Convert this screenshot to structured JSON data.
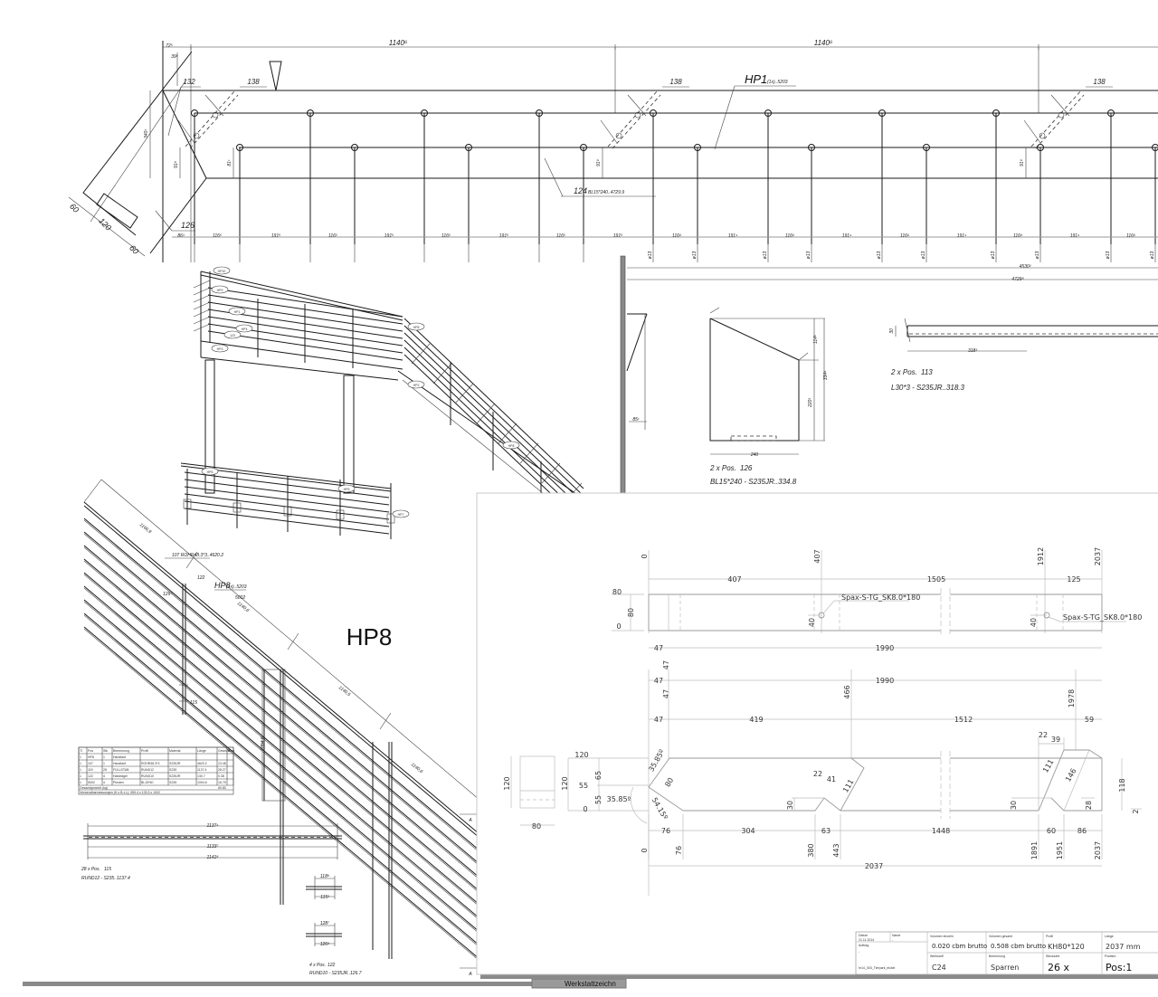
{
  "top_view": {
    "dim_top": [
      "1140⁶",
      "1140⁶"
    ],
    "small_dims": {
      "a": "72⁵",
      "b": "39⁸",
      "c": "340¹",
      "d": "91⁸",
      "e": "81¹",
      "f": "91⁹",
      "g": "91⁹"
    },
    "callouts": {
      "p132": "132",
      "p138": [
        "138",
        "138",
        "138"
      ],
      "hp1": "HP1",
      "hp1_sub": "(1x)..5203",
      "p124": "124",
      "p124_sub": "BL15*240..4729.9",
      "p126": "126"
    },
    "bracket_dims": [
      "60",
      "120",
      "60"
    ],
    "spacing": [
      "86³",
      "116⁵",
      "191⁵",
      "116⁵",
      "191⁵",
      "116⁵",
      "191⁵",
      "116⁵",
      "191⁵",
      "116⁶",
      "191⁴",
      "116⁶",
      "191⁴",
      "116⁶",
      "191⁴",
      "116⁶",
      "191⁴",
      "116⁶"
    ],
    "post_dia": [
      "ø13",
      "ø13",
      "ø13",
      "ø13",
      "ø13",
      "ø13",
      "ø13",
      "ø13",
      "ø13",
      "ø13"
    ]
  },
  "overall": {
    "d4530": "4530²",
    "d4729": "4729⁸",
    "d85": "85¹"
  },
  "iso_view": {
    "bubbles": [
      "HP10",
      "HP9",
      "HP1",
      "HP4",
      "123",
      "HP3",
      "HP8",
      "HP2",
      "HP8",
      "HP6",
      "HP6",
      "HP7"
    ]
  },
  "detail_126": {
    "d1": "114⁵",
    "d2": "334⁸",
    "d3": "220³",
    "d4": "240",
    "qty": "2 x Pos.",
    "pos": "126",
    "spec": "BL15*240 - S235JR..334.8"
  },
  "detail_113": {
    "d1": "30",
    "d2": "318³",
    "qty": "2 x Pos.",
    "pos": "113",
    "spec": "L30*3 - S235JR..318.3"
  },
  "hp8": {
    "title": "HP8",
    "labels": {
      "l1": "1166,9",
      "l2": "107 ROHR48.3*3..4620.2",
      "l3": "122",
      "l4": "129⁰",
      "l5": "HP8",
      "l5_sub": "(1x)..5203",
      "l6": "5002",
      "l7": "1140,6",
      "l8": "1140,5",
      "l9": "115",
      "l10": "1094,8",
      "l11": "1140,6"
    },
    "section_marker": [
      "A",
      "A"
    ]
  },
  "parts_table": {
    "headers": [
      "Tl",
      "Pos",
      "Stk",
      "Benennung",
      "Profil",
      "Material",
      "Länge",
      "Gewicht",
      "Bem."
    ],
    "rows": [
      [
        "1",
        "HP8",
        "1",
        "Handlauf",
        "",
        "",
        "",
        "",
        ""
      ],
      [
        "1",
        "107",
        "1",
        "Handlauf",
        "ROHR48.3*3",
        "S235JR",
        "4620.2",
        "13.48",
        ""
      ],
      [
        "1",
        "115",
        "28",
        "FÜLLSTAB",
        "RUND12",
        "S235",
        "1137.4",
        "28.27",
        ""
      ],
      [
        "1",
        "122",
        "4",
        "Halsträger",
        "RUND10",
        "S235JR",
        "130.7",
        "0.38",
        ""
      ],
      [
        "1",
        "5002",
        "4",
        "Pfosten",
        "BL15*60",
        "S235",
        "1094.6",
        "16.79",
        ""
      ]
    ],
    "total_label": "Gesamtgewicht (kg)",
    "total_value": "60.80",
    "dims_note": "Verwendbarmessungen (H x B x L): 959.4 x 133.3 x 1002"
  },
  "pos115": {
    "d1": "1137⁴",
    "d2": "1133⁷",
    "d3": "1141⁸",
    "qty": "28 x Pos.",
    "pos": "115",
    "spec": "RUND12 - S235..1137.4"
  },
  "pos122": {
    "d1": "118⁹",
    "d2": "115³",
    "d3": "128⁷",
    "d4": "126⁸",
    "qty": "4 x Pos.",
    "pos": "122",
    "spec": "RUND10 - S235JR..126.7"
  },
  "beam": {
    "top_marks": [
      "0",
      "407",
      "1912",
      "2037"
    ],
    "top_chain": [
      "407",
      "1505",
      "125"
    ],
    "top_h": [
      "80",
      "0",
      "80"
    ],
    "screw": [
      "Spax-S-TG_SK8.0*180",
      "Spax-S-TG_SK8.0*180"
    ],
    "screw_h": [
      "40",
      "40"
    ],
    "chain_a": [
      "47",
      "1990"
    ],
    "v47": [
      "47",
      "47"
    ],
    "chain_b": [
      "47",
      "1990"
    ],
    "v_marks": [
      "466",
      "1978"
    ],
    "chain_c": [
      "47",
      "419",
      "1512",
      "59"
    ],
    "right_small": [
      "22",
      "39"
    ],
    "left_h": [
      "120",
      "55",
      "0"
    ],
    "left_rot": [
      "65",
      "55",
      "120"
    ],
    "angle_a": "35.85º",
    "angle_b": "35.85º",
    "angle_c": "54.15º",
    "cut_len": "80",
    "section": {
      "h": "120",
      "w": "80"
    },
    "mid": [
      "22",
      "41",
      "111",
      "30"
    ],
    "right": [
      "111",
      "146",
      "30",
      "28",
      "118",
      "2"
    ],
    "chain_d": [
      "76",
      "304",
      "63",
      "1448",
      "60",
      "86"
    ],
    "bottom_marks": [
      "0",
      "76",
      "380",
      "443",
      "1891",
      "1951",
      "2037"
    ],
    "total": "2037"
  },
  "title_block": {
    "datum_label": "Datum",
    "datum": "21.11.2014",
    "name_label": "Name",
    "name": "-",
    "auftrag_label": "Auftrag",
    "auftrag": "-",
    "file": "hr14_003_Tierpark_eickel",
    "vol_single_label": "Volumen einzeln",
    "vol_single": "0.020 cbm brutto",
    "vol_total_label": "Volumen gesamt",
    "vol_total": "0.508 cbm brutto",
    "profil_label": "Profil",
    "profil": "KH80*120",
    "laenge_label": "Länge",
    "laenge": "2037 mm",
    "werkstoff_label": "Werkstoff",
    "werkstoff": "C24",
    "benennung_label": "Benennung",
    "benennung": "Sparren",
    "stueck_label": "Stückzahl",
    "stueck": "26  x",
    "position_label": "Position",
    "position": "Pos:1"
  },
  "status_tab": "Werkstattzeichn"
}
